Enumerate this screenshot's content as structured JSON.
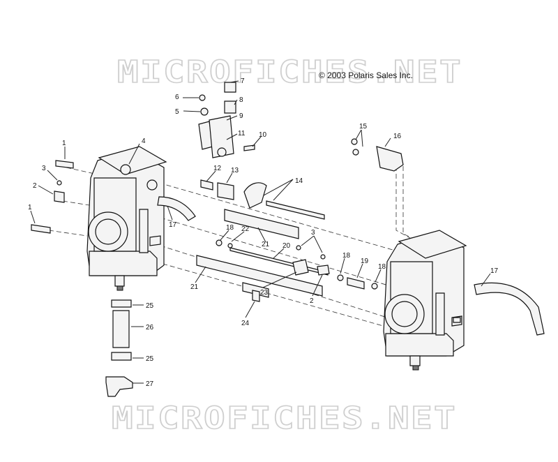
{
  "copyright": "© 2003 Polaris Sales Inc.",
  "watermark": "MICROFICHES.NET",
  "callouts": [
    "1",
    "1",
    "2",
    "2",
    "3",
    "3",
    "4",
    "5",
    "6",
    "7",
    "8",
    "9",
    "10",
    "11",
    "12",
    "13",
    "14",
    "15",
    "16",
    "17",
    "17",
    "18",
    "18",
    "18",
    "19",
    "20",
    "21",
    "21",
    "22",
    "23",
    "24",
    "25",
    "25",
    "26",
    "27"
  ]
}
